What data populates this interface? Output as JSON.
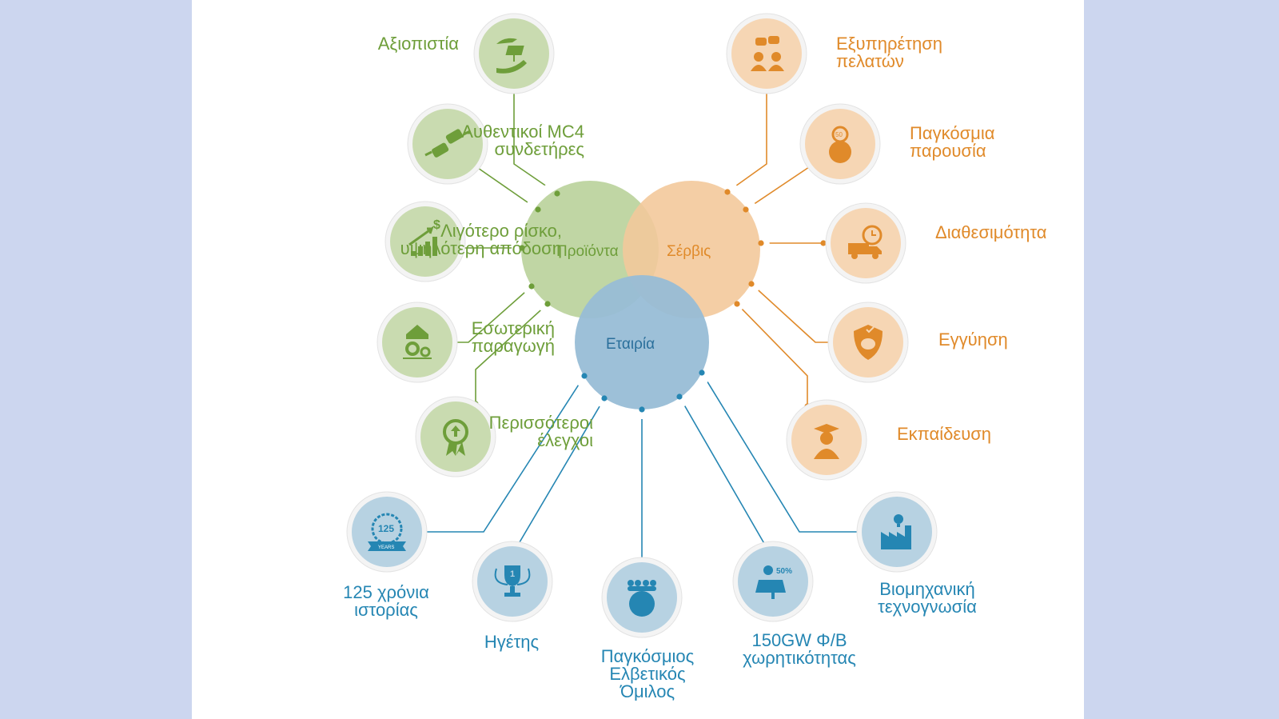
{
  "colors": {
    "green": "#6e9e3a",
    "orange": "#e08a2a",
    "blue": "#2586b3",
    "green_fill": "#b9d29a",
    "orange_fill": "#f3c99b",
    "blue_fill": "#98bdd6",
    "green_node": "#c9dbb0",
    "orange_node": "#f6d6b4",
    "blue_node": "#b7d2e2"
  },
  "centers": {
    "products": "Προϊόντα",
    "service": "Σέρβις",
    "company": "Εταιρία"
  },
  "green_items": [
    {
      "label": "Αξιοπιστία",
      "icon": "hands-solar-icon"
    },
    {
      "label": "Αυθεντικοί MC4\nσυνδετήρες",
      "icon": "connector-icon"
    },
    {
      "label": "Λιγότερο ρίσκο,\nυψηλότερη απόδοση",
      "icon": "growth-chart-icon"
    },
    {
      "label": "Εσωτερική\nπαραγωγή",
      "icon": "factory-gears-icon"
    },
    {
      "label": "Περισσότεροι\nέλεγχοι",
      "icon": "quality-badge-icon"
    }
  ],
  "orange_items": [
    {
      "label": "Εξυπηρέτηση\nπελατών",
      "icon": "customer-chat-icon"
    },
    {
      "label": "Παγκόσμια\nπαρουσία",
      "icon": "globe-pin-icon"
    },
    {
      "label": "Διαθεσιμότητα",
      "icon": "delivery-truck-icon"
    },
    {
      "label": "Εγγύηση",
      "icon": "shield-piggy-icon"
    },
    {
      "label": "Εκπαίδευση",
      "icon": "graduate-icon"
    }
  ],
  "blue_items": [
    {
      "label": "125  χρόνια\nιστορίας",
      "icon": "anniversary-125-icon",
      "badge": "125",
      "badge_sub": "YEARS"
    },
    {
      "label": "Ηγέτης",
      "icon": "trophy-icon",
      "badge": "1"
    },
    {
      "label": "Παγκόσμιος\nΕλβετικός\nΌμιλος",
      "icon": "people-globe-icon"
    },
    {
      "label": "150GW Φ/Β\nχωρητικότητας",
      "icon": "solar-panel-icon",
      "badge": "50%"
    },
    {
      "label": "Βιομηχανική\nτεχνογνωσία",
      "icon": "factory-idea-icon"
    }
  ]
}
